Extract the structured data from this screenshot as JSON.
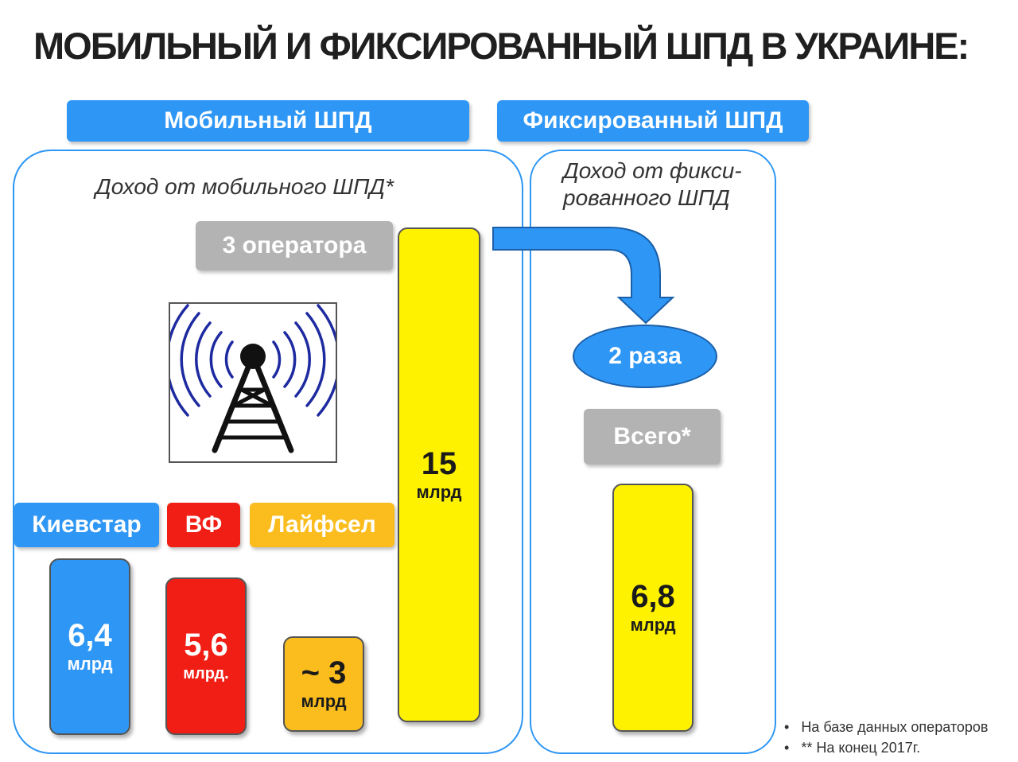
{
  "title": "МОБИЛЬНЫЙ И ФИКСИРОВАННЫЙ ШПД В УКРАИНЕ:",
  "mobile": {
    "header": "Мобильный ШПД",
    "caption": "Доход от мобильного ШПД*",
    "total_tag": "3 оператора",
    "total_bar": {
      "value": "15",
      "unit": "млрд"
    },
    "operators": [
      {
        "name": "Киевстар",
        "value": "6,4",
        "unit": "млрд",
        "color": "#2e96f4"
      },
      {
        "name": "ВФ",
        "value": "5,6",
        "unit": "млрд.",
        "color": "#f01e14"
      },
      {
        "name": "Лайфсел",
        "value": "~ 3",
        "unit": "млрд",
        "color": "#fbbd1e"
      }
    ]
  },
  "fixed": {
    "header": "Фиксированный ШПД",
    "caption_line1": "Доход от фикси-",
    "caption_line2": "рованного ШПД",
    "ratio_label": "2 раза",
    "total_tag": "Всего*",
    "bar": {
      "value": "6,8",
      "unit": "млрд"
    }
  },
  "notes": [
    "На базе данных операторов",
    "** На конец  2017г."
  ],
  "colors": {
    "accent_blue": "#2e96f4",
    "bar_yellow": "#fff200",
    "tag_gray": "#b3b3b3"
  },
  "icons": {
    "tower": "radio-tower-icon",
    "arrow": "curved-arrow-icon"
  }
}
